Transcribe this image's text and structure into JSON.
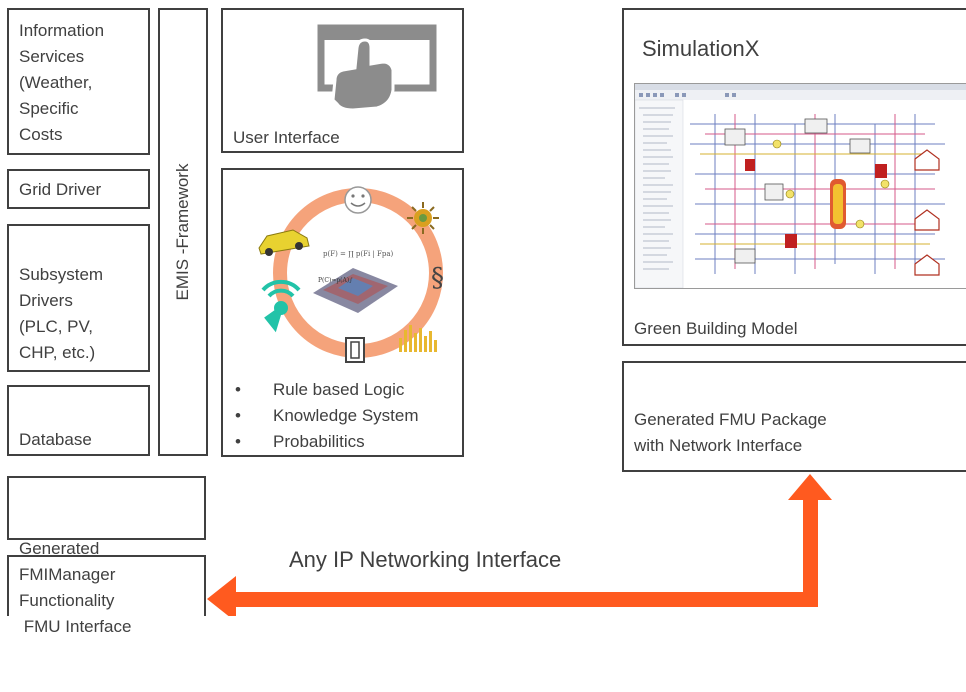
{
  "left_column": {
    "info_services": [
      "Information",
      "Services",
      "(Weather,",
      "Specific",
      "Costs"
    ],
    "grid_driver": "Grid Driver",
    "subsystem_drivers": [
      "Subsystem",
      "Drivers",
      "(PLC, PV,",
      "CHP, etc.)"
    ],
    "database": "Database",
    "generated_fmu_interface": [
      "Generated",
      " FMU Interface"
    ],
    "fmimanager": [
      "FMIManager",
      "Functionality"
    ]
  },
  "emis_framework": "EMIS -Framework",
  "user_interface": {
    "label": "User Interface",
    "icon": "touch-screen-icon"
  },
  "logic": {
    "bullets": [
      "Rule based Logic",
      "Knowledge System",
      "Probabilitics"
    ],
    "bullet_char": "•",
    "icons": [
      "smiley-icon",
      "sun-icon",
      "paragraph-icon",
      "battery-icon",
      "bar-chart-icon",
      "wifi-icon",
      "car-icon",
      "3d-surface-plot-icon"
    ],
    "smiley": "☺",
    "paragraph": "§"
  },
  "simulationx": {
    "title": "SimulationX",
    "model_label": "Green Building Model",
    "screenshot_icon": "simulation-model-screenshot"
  },
  "fmu_package": [
    "Generated FMU Package",
    "with Network Interface"
  ],
  "network": {
    "label": "Any IP Networking Interface",
    "arrow_color": "#ff5a1f"
  },
  "colors": {
    "border": "#404040",
    "text": "#404040",
    "accent_arrow": "#ff5a1f",
    "ring": "#f5a37b"
  }
}
